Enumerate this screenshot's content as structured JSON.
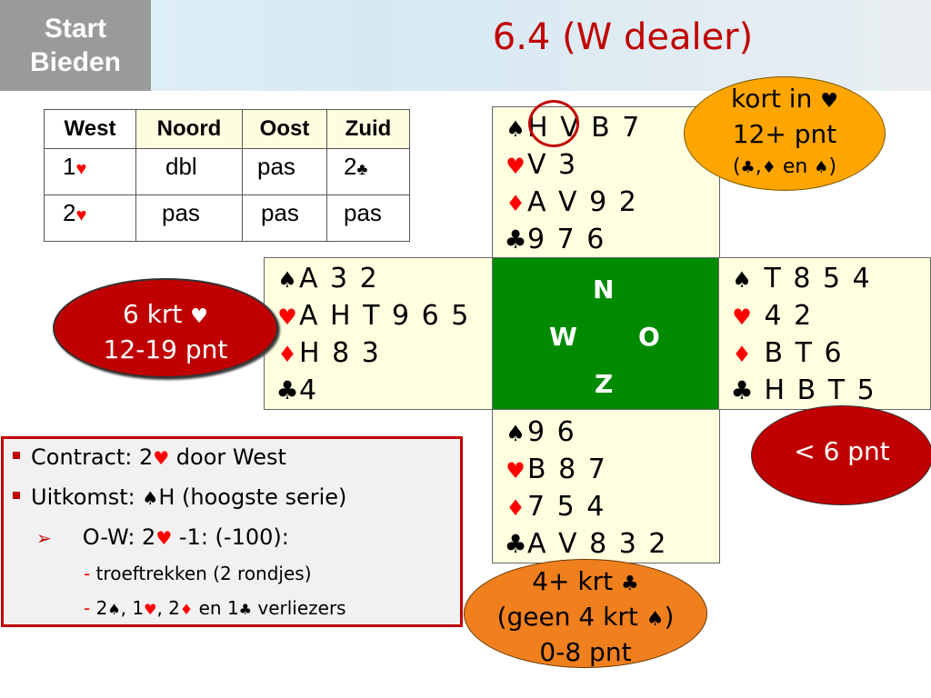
{
  "logo": {
    "line1": "Start",
    "line2": "Bieden"
  },
  "title": "6.4 (W dealer)",
  "colors": {
    "accent_red": "#c00000",
    "hand_bg": "#ffffe0",
    "table_green": "#008a00",
    "bubble_orange": "#ffa500"
  },
  "bidding": {
    "headers": [
      "West",
      "Noord",
      "Oost",
      "Zuid"
    ],
    "rows": [
      [
        {
          "text": "1",
          "suit": "♥"
        },
        {
          "text": "dbl",
          "suit": ""
        },
        {
          "text": "pas",
          "suit": ""
        },
        {
          "text": "2",
          "suit": "♣"
        }
      ],
      [
        {
          "text": "2",
          "suit": "♥"
        },
        {
          "text": "pas",
          "suit": ""
        },
        {
          "text": "pas",
          "suit": ""
        },
        {
          "text": "pas",
          "suit": ""
        }
      ]
    ]
  },
  "symbols": {
    "spade": "♠",
    "heart": "♥",
    "diamond": "♦",
    "club": "♣"
  },
  "hands": {
    "north": {
      "spades": "H V B 7",
      "hearts": "V 3",
      "diamonds": "A V 9 2",
      "clubs": "9 7 6"
    },
    "west": {
      "spades": "A 3 2",
      "hearts": "A H T 9 6 5",
      "diamonds": "H 8 3",
      "clubs": "4"
    },
    "east": {
      "spades": "T 8 5 4",
      "hearts": "4 2",
      "diamonds": "B T 6",
      "clubs": "H B T 5"
    },
    "south": {
      "spades": "9 6",
      "hearts": "B 8 7",
      "diamonds": "7 5 4",
      "clubs": "A V 8 3 2"
    }
  },
  "compass": {
    "n": "N",
    "w": "W",
    "o": "O",
    "z": "Z"
  },
  "bubbles": {
    "north": {
      "line1": "kort in",
      "line2": "12+ pnt",
      "line3_open": "(",
      "line3_sep": ",",
      "line3_mid": " en ",
      "line3_close": ")"
    },
    "west": {
      "line1": "6 krt",
      "line2": "12-19 pnt"
    },
    "east": {
      "line1": "< 6 pnt"
    },
    "south": {
      "line1": "4+ krt",
      "line2_open": "(geen 4 krt ",
      "line2_close": ")",
      "line3": "0-8 pnt"
    }
  },
  "contract": {
    "line1_pre": "Contract: 2",
    "line1_post": " door West",
    "line2_pre": "Uitkomst: ",
    "line2_post": "H (hoogste serie)",
    "line3_pre": "O-W: 2",
    "line3_post": " -1: (-100):",
    "line4_dash": "-",
    "line4": " troeftrekken (2 rondjes)",
    "line5_dash": "-",
    "line5_a": " 2",
    "line5_b": ", 1",
    "line5_c": ", 2",
    "line5_d": " en 1",
    "line5_e": " verliezers"
  }
}
